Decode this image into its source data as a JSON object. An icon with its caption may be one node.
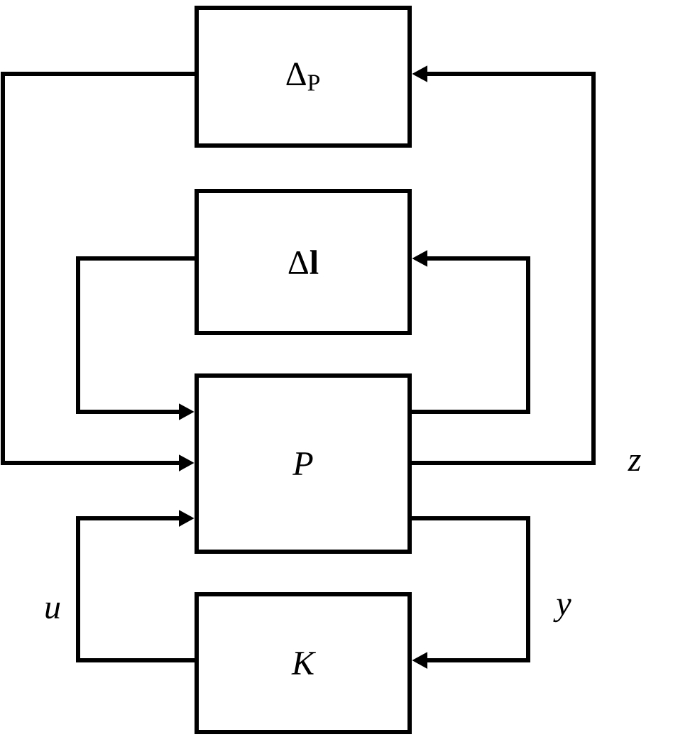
{
  "diagram": {
    "nodes": [
      {
        "text": [
          "Δ$_{P}$"
        ]
      },
      {
        "text": [
          "Δ**l**"
        ]
      },
      {
        "text": [
          "P"
        ]
      },
      {
        "text": [
          "K"
        ]
      }
    ],
    "edges": [
      {
        "from": 0,
        "to": 2,
        "arrow": "to"
      },
      {
        "from": 2,
        "to": 0,
        "arrow": "to",
        "label": "z"
      },
      {
        "from": 1,
        "to": 2,
        "arrow": "to"
      },
      {
        "from": 2,
        "to": 1,
        "arrow": "to"
      },
      {
        "from": 3,
        "to": 2,
        "arrow": "to",
        "label": "u"
      },
      {
        "from": 2,
        "to": 3,
        "arrow": "to",
        "label": "y"
      }
    ]
  }
}
